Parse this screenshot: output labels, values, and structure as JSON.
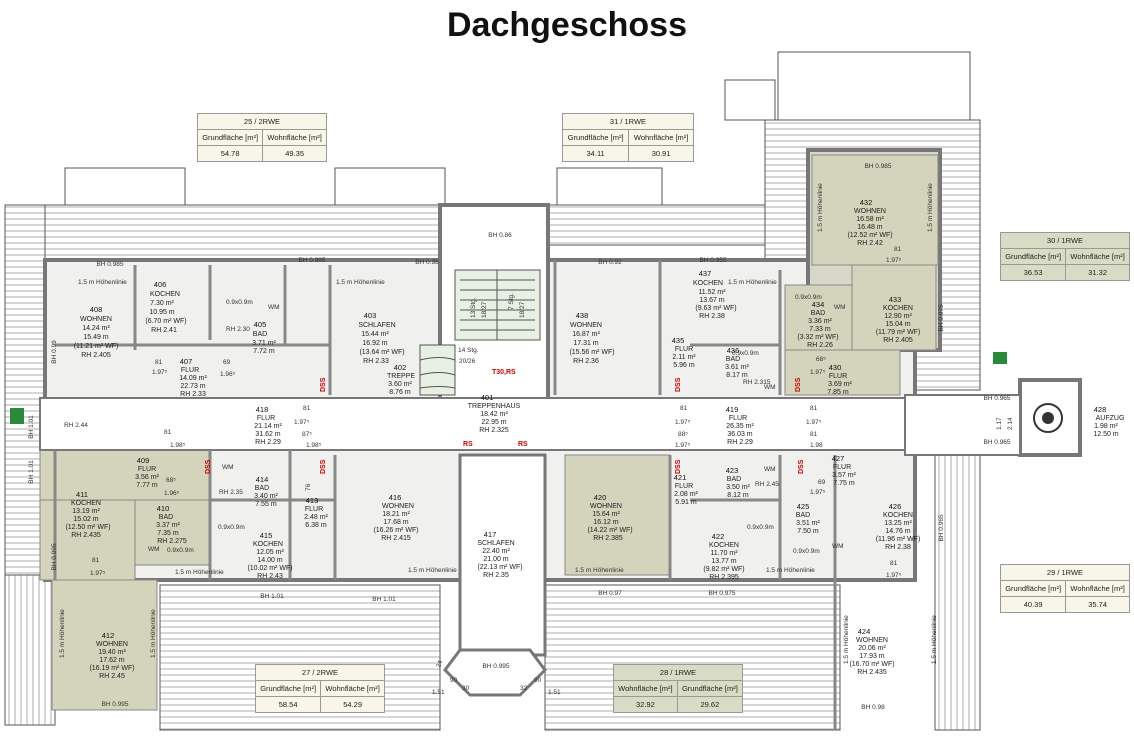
{
  "title": "Dachgeschoss",
  "units": [
    {
      "id": "25 / 2RWE",
      "col1": "Grundfläche [m²]",
      "col2": "Wohnfläche [m²]",
      "v1": "54.78",
      "v2": "49.35"
    },
    {
      "id": "31 / 1RWE",
      "col1": "Grundfläche [m²]",
      "col2": "Wohnfläche [m²]",
      "v1": "34.11",
      "v2": "30.91"
    },
    {
      "id": "30 / 1RWE",
      "col1": "Grundfläche [m²]",
      "col2": "Wohnfläche [m²]",
      "v1": "36.53",
      "v2": "31.32"
    },
    {
      "id": "29 / 1RWE",
      "col1": "Grundfläche [m²]",
      "col2": "Wohnfläche [m²]",
      "v1": "40.39",
      "v2": "35.74"
    },
    {
      "id": "27 / 2RWE",
      "col1": "Grundfläche [m²]",
      "col2": "Wohnfläche [m²]",
      "v1": "58.54",
      "v2": "54.29"
    },
    {
      "id": "28 / 1RWE",
      "col1": "Wohnfläche [m²]",
      "col2": "Grundfläche [m²]",
      "v1": "32.92",
      "v2": "29.62"
    }
  ],
  "rooms": {
    "r408": [
      "408",
      "WOHNEN",
      "14.24 m²",
      "15.49 m",
      "(11.21 m² WF)",
      "RH 2.405"
    ],
    "r406": [
      "406",
      "KOCHEN",
      "7.30 m²",
      "10.95 m",
      "(6.70 m² WF)",
      "RH 2.41"
    ],
    "r405": [
      "405",
      "BAD",
      "3.71 m²",
      "7.72 m"
    ],
    "r407": [
      "407",
      "FLUR",
      "14.09 m²",
      "22.73 m",
      "RH 2.33"
    ],
    "r403": [
      "403",
      "SCHLAFEN",
      "15.44 m²",
      "16.92 m",
      "(13.64 m² WF)",
      "RH 2.33"
    ],
    "r402": [
      "402",
      "TREPPE",
      "3.60 m²",
      "8.76 m"
    ],
    "r401": [
      "401",
      "TREPPENHAUS",
      "18.42 m²",
      "22.95 m",
      "RH 2.325"
    ],
    "r438": [
      "438",
      "WOHNEN",
      "16.87 m²",
      "17.31 m",
      "(15.56 m² WF)",
      "RH 2.36"
    ],
    "r437": [
      "437",
      "KOCHEN",
      "11.52 m²",
      "13.67 m",
      "(9.63 m² WF)",
      "RH 2.38"
    ],
    "r435": [
      "435",
      "FLUR",
      "2.11 m²",
      "5.96 m"
    ],
    "r436": [
      "436",
      "BAD",
      "3.61 m²",
      "8.17 m"
    ],
    "r434": [
      "434",
      "BAD",
      "3.36 m²",
      "7.33 m",
      "(3.32 m² WF)",
      "RH 2.26"
    ],
    "r432": [
      "432",
      "WOHNEN",
      "16.58 m²",
      "16.48 m",
      "(12.52 m² WF)",
      "RH 2.42"
    ],
    "r433": [
      "433",
      "KOCHEN",
      "12.90 m²",
      "15.04 m",
      "(11.79 m² WF)",
      "RH 2.405"
    ],
    "r430": [
      "430",
      "FLUR",
      "3.69 m²",
      "7.85 m"
    ],
    "r418": [
      "418",
      "FLUR",
      "21.14 m²",
      "31.62 m",
      "RH 2.29"
    ],
    "r419": [
      "419",
      "FLUR",
      "26.35 m²",
      "36.03 m",
      "RH 2.29"
    ],
    "r428": [
      "428",
      "AUFZUG",
      "1.98 m²",
      "12.50 m"
    ],
    "r409": [
      "409",
      "FLUR",
      "3.56 m²",
      "7.77 m"
    ],
    "r411": [
      "411",
      "KOCHEN",
      "13.19 m²",
      "15.02 m",
      "(12.50 m² WF)",
      "RH 2.435"
    ],
    "r410": [
      "410",
      "BAD",
      "3.37 m²",
      "7.35 m",
      "RH 2.275"
    ],
    "r414": [
      "414",
      "BAD",
      "3.40 m²",
      "7.55 m"
    ],
    "r413": [
      "413",
      "FLUR",
      "2.48 m²",
      "6.38 m"
    ],
    "r416": [
      "416",
      "WOHNEN",
      "18.21 m²",
      "17.68 m",
      "(16.26 m² WF)",
      "RH 2.415"
    ],
    "r415": [
      "415",
      "KOCHEN",
      "12.05 m²",
      "14.00 m",
      "(10.02 m² WF)",
      "RH 2.43"
    ],
    "r417": [
      "417",
      "SCHLAFEN",
      "22.40 m²",
      "21.00 m",
      "(22.13 m² WF)",
      "RH 2.35"
    ],
    "r420": [
      "420",
      "WOHNEN",
      "15.64 m²",
      "16.12 m",
      "(14.22 m² WF)",
      "RH 2.385"
    ],
    "r421": [
      "421",
      "FLUR",
      "2.08 m²",
      "5.91 m"
    ],
    "r423": [
      "423",
      "BAD",
      "3.50 m²",
      "8.12 m"
    ],
    "r422": [
      "422",
      "KOCHEN",
      "11.70 m²",
      "13.77 m",
      "(9.82 m² WF)",
      "RH 2.395"
    ],
    "r427": [
      "427",
      "FLUR",
      "3.57 m²",
      "7.75 m"
    ],
    "r425": [
      "425",
      "BAD",
      "3.51 m²",
      "7.50 m"
    ],
    "r426": [
      "426",
      "KOCHEN",
      "13.25 m²",
      "14.76 m",
      "(11.96 m² WF)",
      "RH 2.38"
    ],
    "r412": [
      "412",
      "WOHNEN",
      "19.40 m²",
      "17.62 m",
      "(16.19 m² WF)",
      "RH 2.45"
    ],
    "r424": [
      "424",
      "WOHNEN",
      "20.06 m²",
      "17.93 m",
      "(16.70 m² WF)",
      "RH 2.435"
    ]
  },
  "labels": {
    "bh0985a": "BH 0.985",
    "bh0995a": "BH 0.995",
    "bh098a": "BH 0.98",
    "bh086": "BH 0.86",
    "bh092": "BH 0.92",
    "bh0955": "BH 0.955",
    "bh0985b": "BH 0.985",
    "bh0975a": "BH 0.975",
    "bh099": "BH 0.99",
    "bh101l": "BH 1.01",
    "bh101r": "BH 1.01",
    "bh0995b": "BH 0.995",
    "bh0965a": "BH 0.965",
    "bh0965b": "BH 0.965",
    "bh0965c": "BH 0.965",
    "bh101a": "BH 1.01",
    "bh101b": "BH 1.01",
    "bh0995c": "BH 0.995",
    "bh097": "BH 0.97",
    "bh0975b": "BH 0.975",
    "bh0995d": "BH 0.995",
    "bh098b": "BH 0.98",
    "hl": "1.5 m Höhenlinie",
    "rh244": "RH 2.44",
    "stair1": "14 Stg.",
    "stair2": "20/26",
    "stair3": "13 Stg.",
    "stair4": "18/27",
    "stair5": "7 Stg.",
    "stair6": "18/27",
    "t30": "T30,RS",
    "rs": "RS",
    "dss": "DSS",
    "wm": "WM",
    "dim1": "0.9x0.9m",
    "dim2": "81",
    "dim3": "1.97⁵",
    "dim4": "69",
    "dim5": "1.96⁵",
    "dim6": "1.98⁵",
    "dim7": "68⁵",
    "dim8": "87⁵",
    "dim9": "88⁵",
    "dim10": "1.98",
    "dim11": "1.17",
    "dim12": "2.14",
    "dim13": "76",
    "dim14": "24",
    "dim15": "90",
    "dim16": "30",
    "dim17": "32",
    "dim18": "1.51",
    "rh230": "RH 2.30",
    "rh2315": "RH 2.315",
    "rh235": "RH 2.35",
    "rh245": "RH 2.45"
  }
}
